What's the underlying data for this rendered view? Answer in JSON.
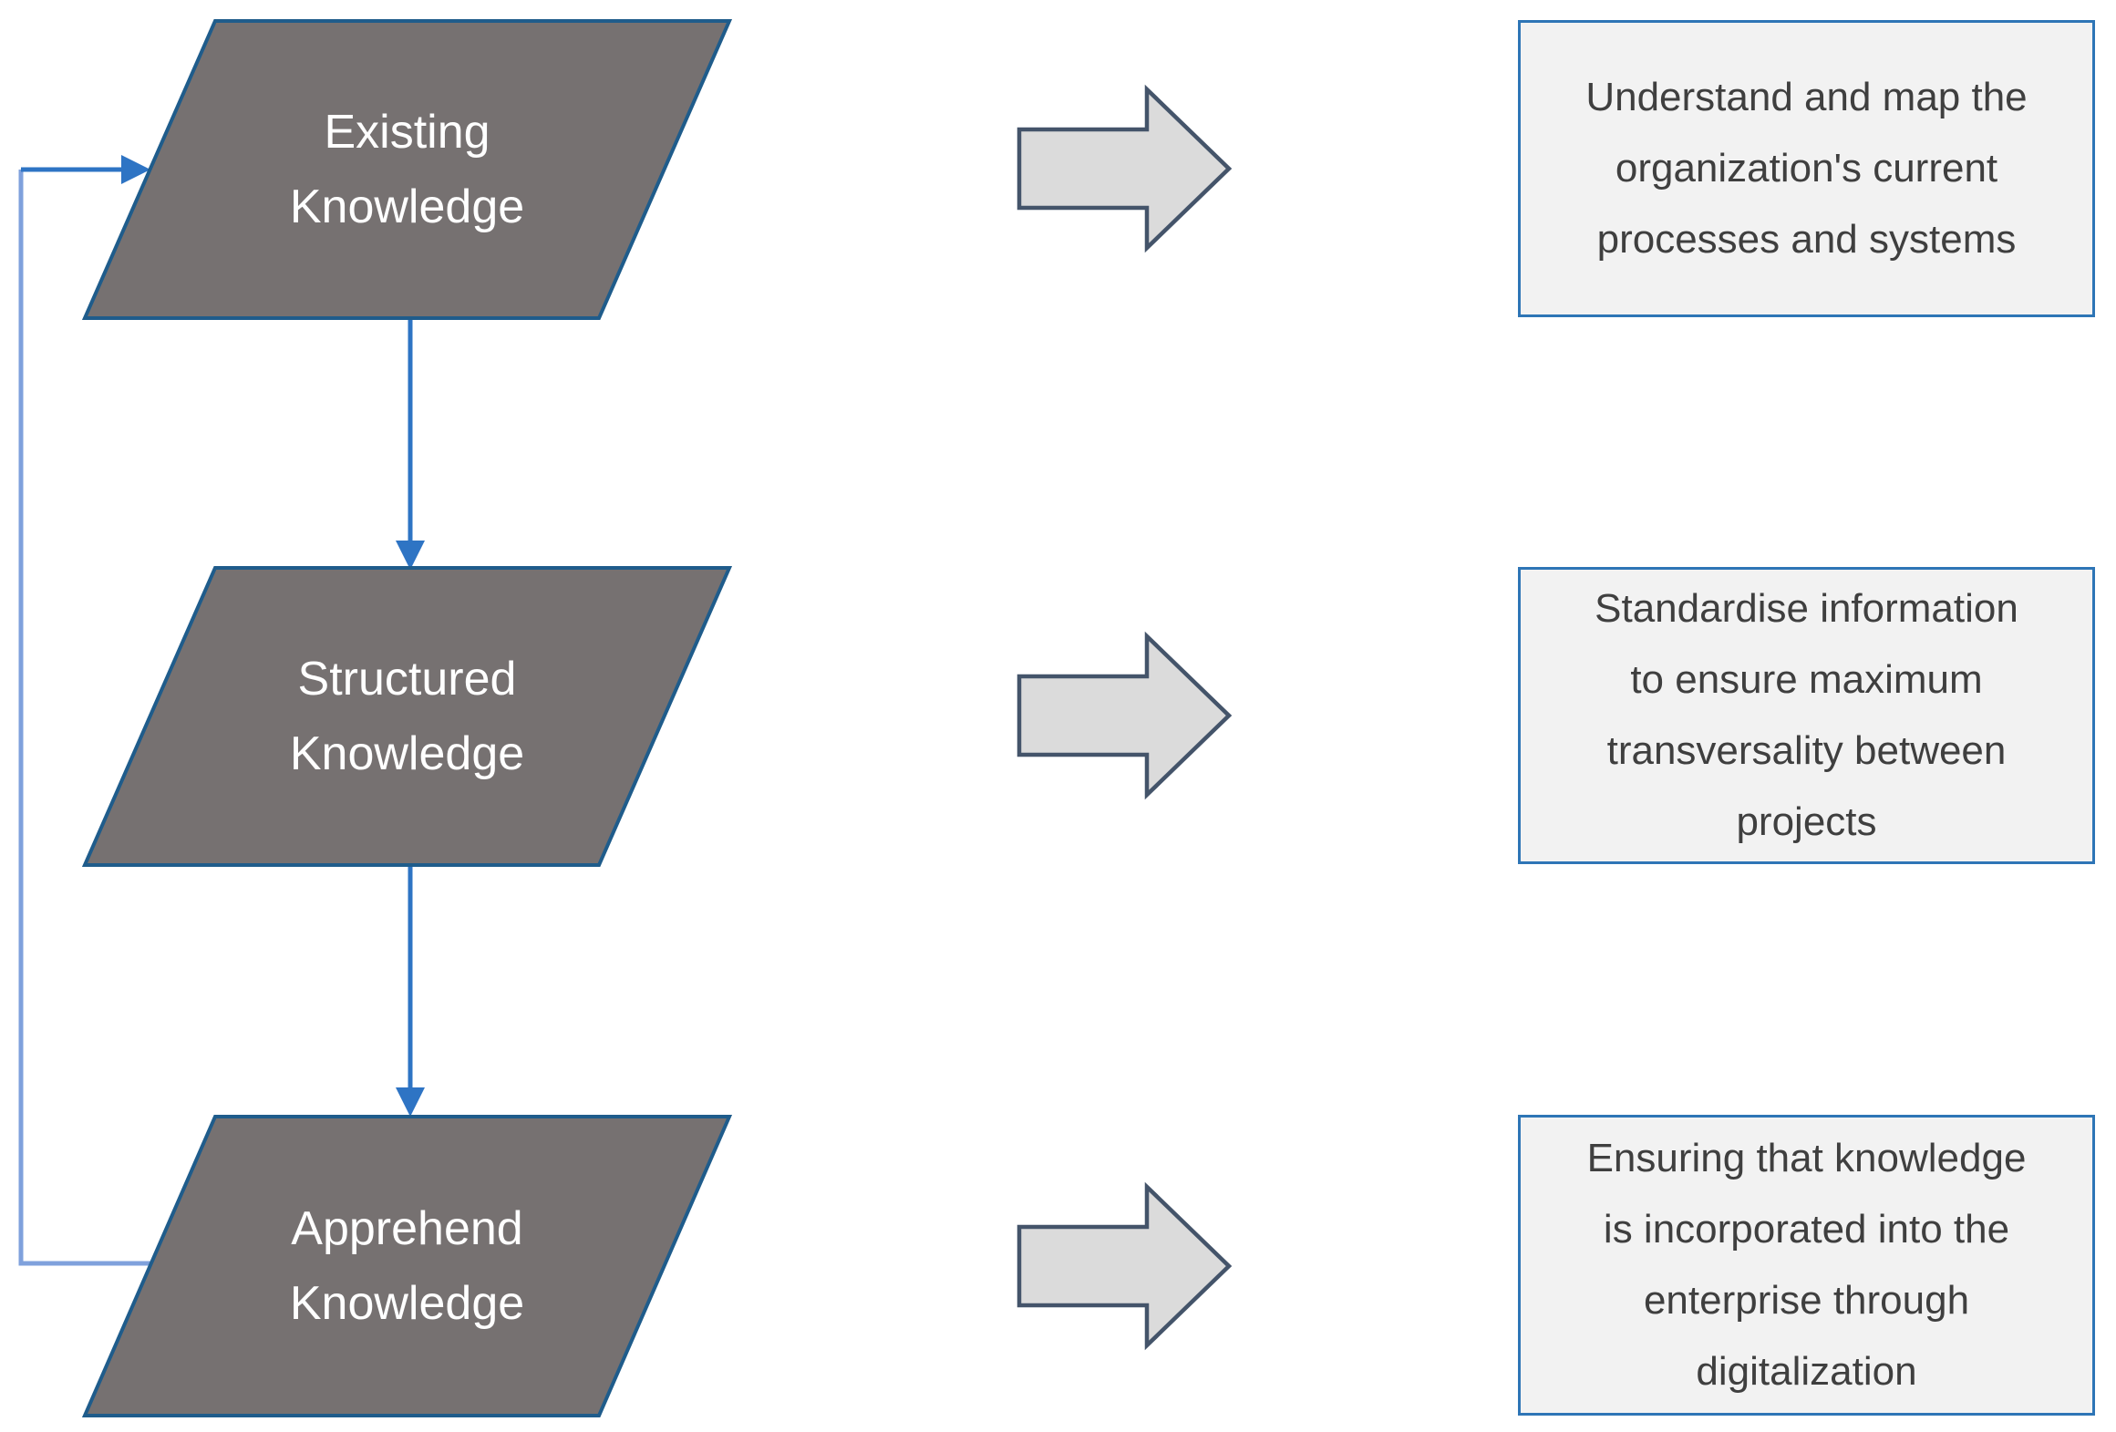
{
  "colors": {
    "node_fill": "#767171",
    "node_border": "#1F5C8B",
    "node_text": "#FFFFFF",
    "connector_blue": "#2E74C4",
    "feedback_blue": "#7FA1DC",
    "arrow_fill": "#DBDBDB",
    "arrow_border": "#44546A",
    "box_fill": "#F2F2F2",
    "box_border": "#2E75B6",
    "box_text": "#3F3F3F",
    "background": "#FFFFFF"
  },
  "diagram": {
    "type": "flowchart",
    "rows": [
      {
        "node_label": "Existing\nKnowledge",
        "description": "Understand and map the\norganization's current\nprocesses and systems"
      },
      {
        "node_label": "Structured\nKnowledge",
        "description": "Standardise information\nto ensure maximum\ntransversality between\nprojects"
      },
      {
        "node_label": "Apprehend\nKnowledge",
        "description": "Ensuring that knowledge\nis incorporated into the\nenterprise through\ndigitalization"
      }
    ],
    "connections": [
      {
        "from": "Existing Knowledge",
        "to": "Structured Knowledge",
        "style": "arrow-down"
      },
      {
        "from": "Structured Knowledge",
        "to": "Apprehend Knowledge",
        "style": "arrow-down"
      },
      {
        "from": "Apprehend Knowledge",
        "to": "Existing Knowledge",
        "style": "feedback-loop-left"
      }
    ]
  }
}
